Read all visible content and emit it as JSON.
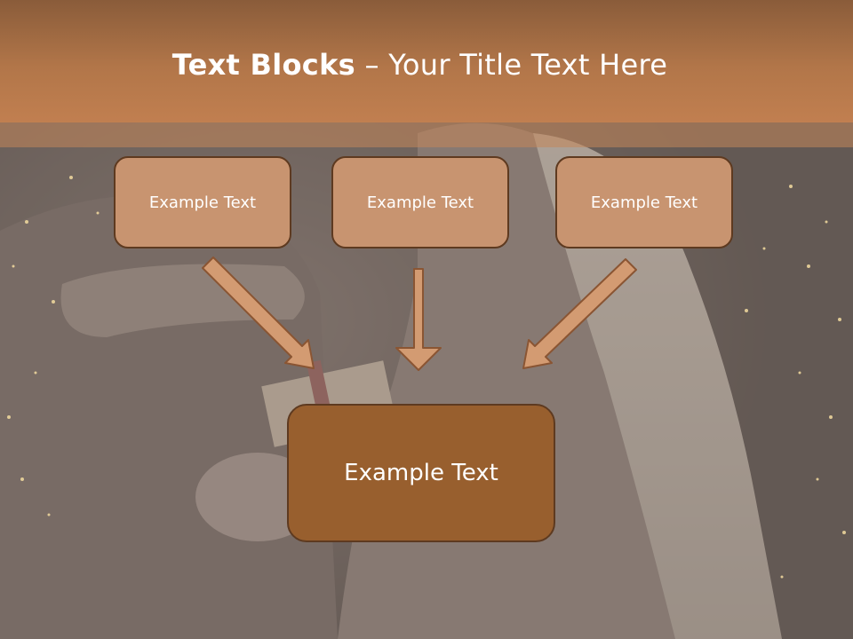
{
  "slide": {
    "title_bold": "Text Blocks",
    "title_rest": " – Your Title Text Here"
  },
  "blocks": [
    {
      "label": "Example Text"
    },
    {
      "label": "Example Text"
    },
    {
      "label": "Example Text"
    }
  ],
  "main_block": {
    "label": "Example Text"
  },
  "colors": {
    "header": "#b27649",
    "block_fill": "#c89470",
    "main_block_fill": "#985f2e",
    "border": "#5e3a20",
    "arrow_fill": "#d39b72"
  },
  "icons": [
    "arrow-down-right-icon",
    "arrow-down-icon",
    "arrow-down-left-icon"
  ]
}
